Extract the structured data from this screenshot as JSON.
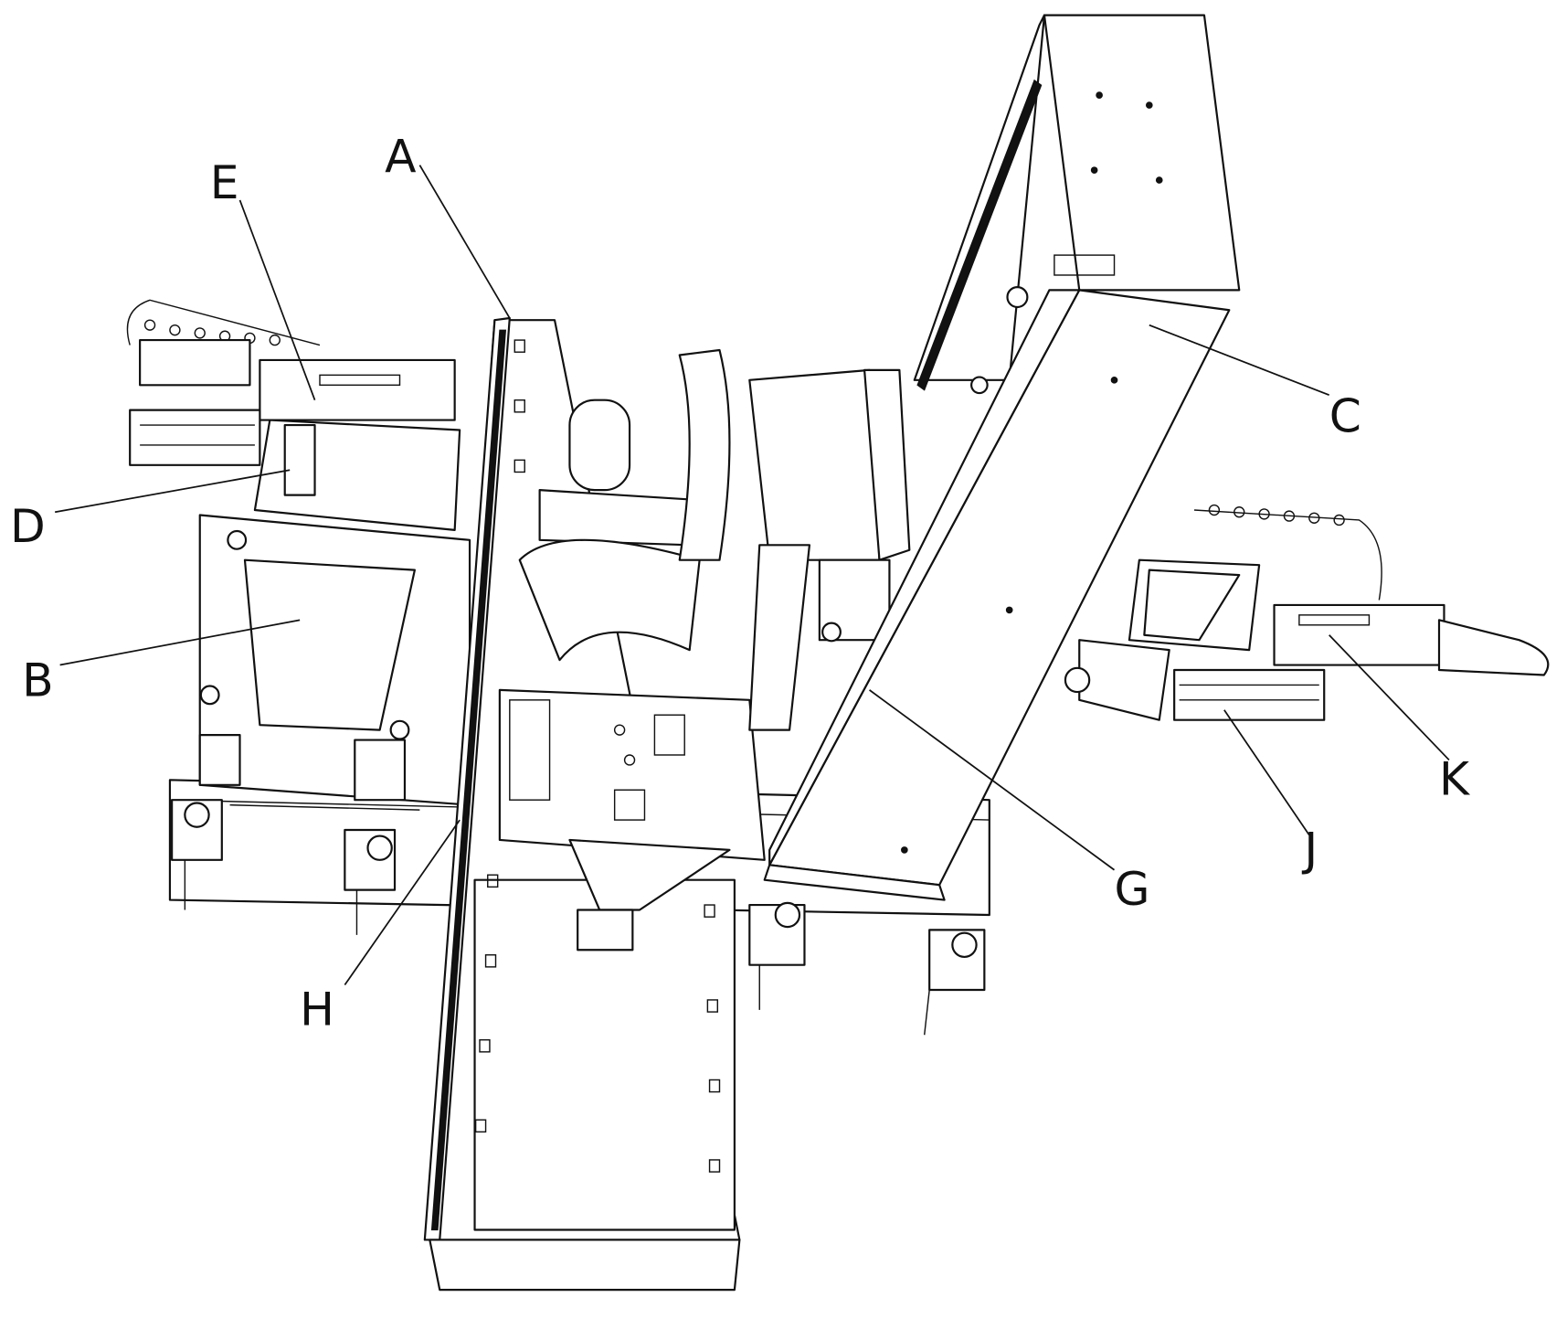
{
  "figure": {
    "labels": [
      {
        "id": "E",
        "text": "E"
      },
      {
        "id": "A",
        "text": "A"
      },
      {
        "id": "C",
        "text": "C"
      },
      {
        "id": "D",
        "text": "D"
      },
      {
        "id": "B",
        "text": "B"
      },
      {
        "id": "G",
        "text": "G"
      },
      {
        "id": "H",
        "text": "H"
      },
      {
        "id": "J",
        "text": "J"
      },
      {
        "id": "K",
        "text": "K"
      }
    ]
  }
}
